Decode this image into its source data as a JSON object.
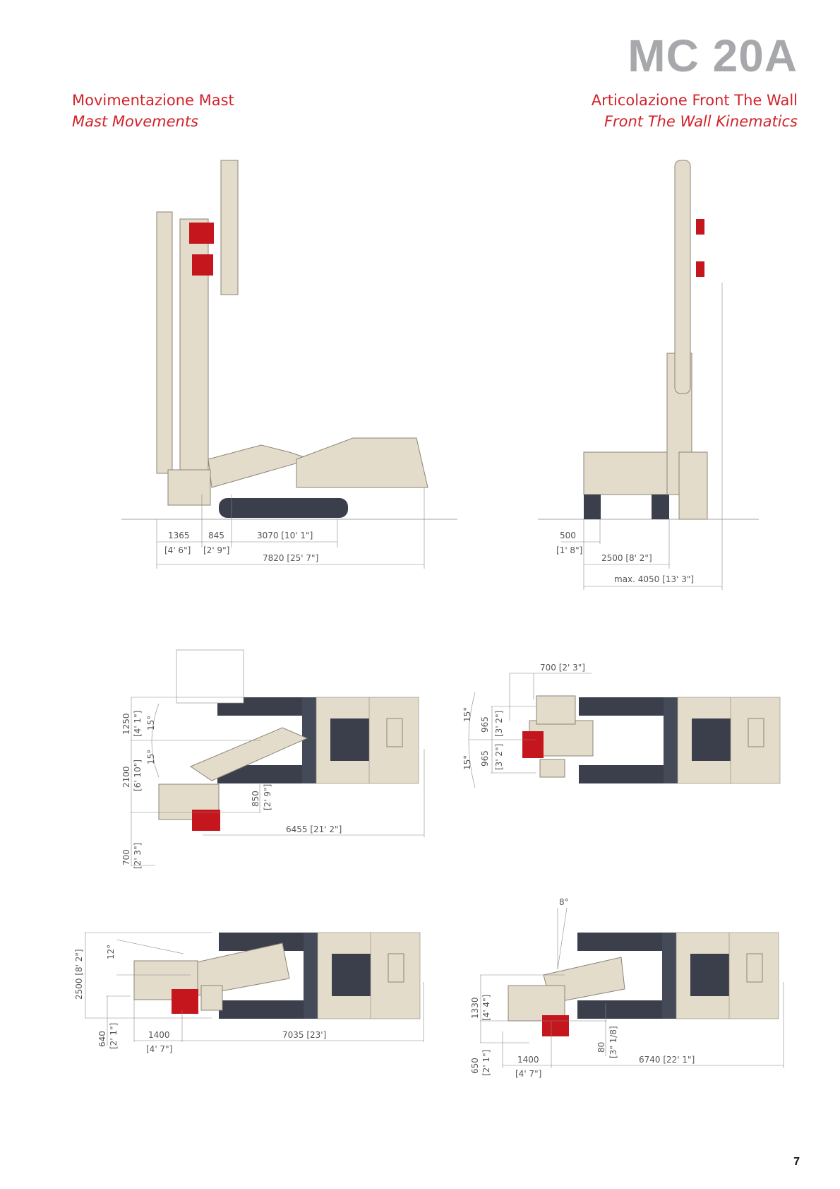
{
  "header": {
    "title": "MC 20A"
  },
  "sections": {
    "mast": {
      "title_it": "Movimentazione Mast",
      "title_en": "Mast Movements"
    },
    "ftw": {
      "title_it": "Articolazione Front The Wall",
      "title_en": "Front The Wall Kinematics"
    }
  },
  "side_view": {
    "d1": "1365",
    "d1_ft": "[4' 6\"]",
    "d2": "845",
    "d2_ft": "[2' 9\"]",
    "d3": "3070 [10' 1\"]",
    "total": "7820 [25' 7\"]"
  },
  "front_view": {
    "d1": "500",
    "d1_ft": "[1' 8\"]",
    "d2": "2500 [8' 2\"]",
    "max": "max. 4050 [13' 3\"]"
  },
  "top_view_1": {
    "a": "1250",
    "a_ft": "[4' 1\"]",
    "ang1": "15°",
    "ang2": "15°",
    "b": "2100",
    "b_ft": "[6' 10\"]",
    "c": "700",
    "c_ft": "[2' 3\"]",
    "d": "850",
    "d_ft": "[2' 9\"]",
    "len": "6455 [21' 2\"]"
  },
  "top_view_2": {
    "w": "700 [2' 3\"]",
    "ang1": "15°",
    "ang2": "15°",
    "a": "965",
    "a_ft": "[3' 2\"]",
    "b": "965",
    "b_ft": "[3' 2\"]"
  },
  "top_view_3": {
    "w": "2500 [8' 2\"]",
    "ang": "12°",
    "a": "640",
    "a_ft": "[2' 1\"]",
    "b": "1400",
    "b_ft": "[4' 7\"]",
    "len": "7035 [23']"
  },
  "top_view_4": {
    "ang": "8°",
    "a": "1330",
    "a_ft": "[4' 4\"]",
    "b": "650",
    "b_ft": "[2' 1\"]",
    "c": "1400",
    "c_ft": "[4' 7\"]",
    "d": "80",
    "d_ft": "[3\" 1/8]",
    "len": "6740 [22' 1\"]"
  },
  "footer": {
    "page": "7"
  },
  "colors": {
    "brand_red": "#d2232a",
    "machine": "#e4dccb",
    "tracks": "#3b3f4c",
    "head": "#c4161c"
  }
}
